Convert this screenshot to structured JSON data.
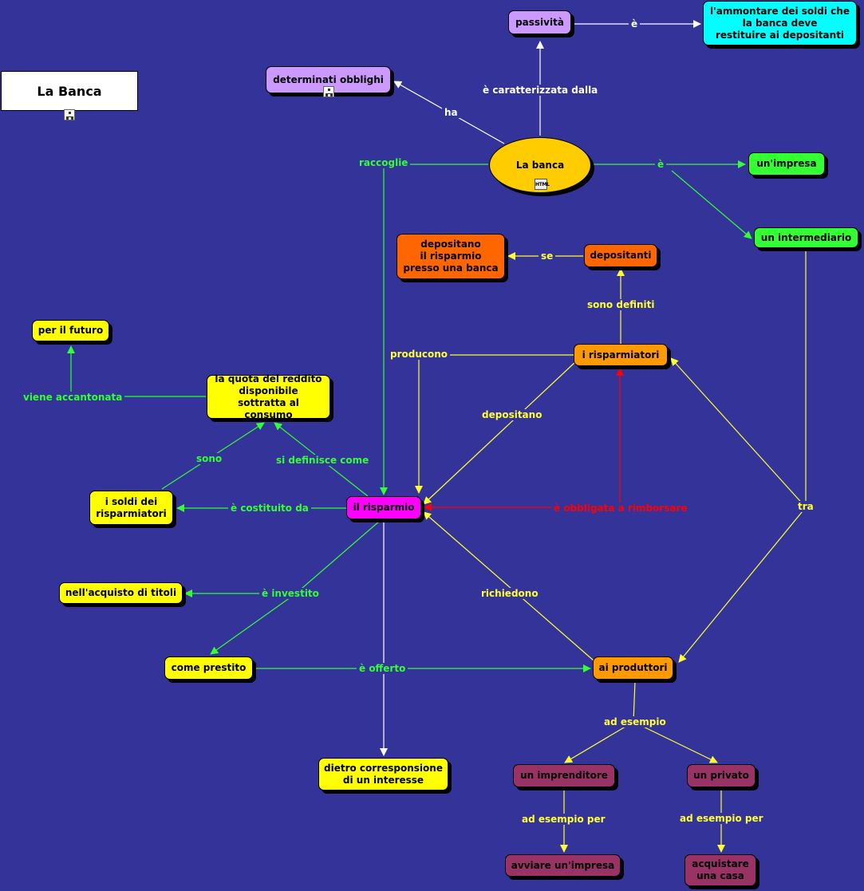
{
  "concept_map": {
    "nodes": {
      "la_banca_title": "La Banca",
      "la_banca": "La banca",
      "passivita": "passività",
      "ammontare": "l'ammontare dei soldi che\nla banca deve\nrestituire ai depositanti",
      "obblighi": "determinati obblighi",
      "impresa": "un'impresa",
      "intermediario": "un intermediario",
      "depositanti": "depositanti",
      "depositano_risparmio": "depositano\nil risparmio\npresso una banca",
      "risparmiatori": "i risparmiatori",
      "per_il_futuro": "per il futuro",
      "quota_reddito": "la quota del reddito\ndisponibile\nsottratta al consumo",
      "soldi_risparmiatori": "i soldi dei\nrisparmiatori",
      "il_risparmio": "il risparmio",
      "acquisto_titoli": "nell'acquisto di titoli",
      "come_prestito": "come prestito",
      "ai_produttori": "ai produttori",
      "interesse": "dietro corresponsione\ndi un interesse",
      "imprenditore": "un imprenditore",
      "privato": "un privato",
      "avviare_impresa": "avviare un'impresa",
      "acquistare_casa": "acquistare\nuna casa"
    },
    "links": {
      "e_passivita": "è",
      "caratterizzata": "è caratterizzata dalla",
      "ha": "ha",
      "e_impresa": "è",
      "raccoglie": "raccoglie",
      "se": "se",
      "sono_definiti": "sono definiti",
      "producono": "producono",
      "depositano": "depositano",
      "viene_accantonata": "viene accantonata",
      "sono": "sono",
      "si_definisce": "si definisce come",
      "costituito": "è costituito da",
      "obbligata": "è obbligata a rimborsare",
      "tra": "tra",
      "investito": "è investito",
      "richiedono": "richiedono",
      "offerto": "è offerto",
      "ad_esempio": "ad esempio",
      "ad_esempio_per_1": "ad esempio per",
      "ad_esempio_per_2": "ad esempio per"
    },
    "icons": {
      "title_icon": "concept-map-icon",
      "obblighi_icon": "concept-map-icon",
      "banca_icon": "html-icon",
      "banca_icon_text": "HTML"
    },
    "colors": {
      "background": "#333399",
      "white_link": "#ffffff",
      "green_link": "#33ff33",
      "yellow_link": "#ffff33",
      "red_link": "#ff0000"
    }
  }
}
